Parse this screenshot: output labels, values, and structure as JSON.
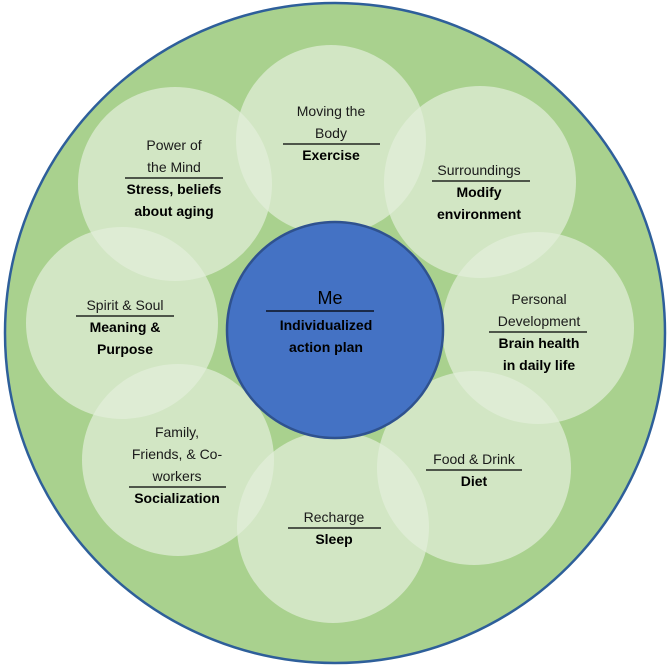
{
  "colors": {
    "outer_fill": "#a9d18e",
    "outer_stroke": "#2e5f9a",
    "petal_fill": "#e2efd9",
    "center_fill": "#4472c4",
    "center_stroke": "#2f528f"
  },
  "center": {
    "title": "Me",
    "sub": [
      "Individualized",
      "action plan"
    ]
  },
  "nodes": [
    {
      "id": "moving-the-body",
      "title": [
        "Moving the",
        "Body"
      ],
      "sub": [
        "Exercise"
      ]
    },
    {
      "id": "surroundings",
      "title": [
        "Surroundings"
      ],
      "sub": [
        "Modify",
        "environment"
      ]
    },
    {
      "id": "personal-development",
      "title": [
        "Personal",
        "Development"
      ],
      "sub": [
        "Brain health",
        "in daily life"
      ]
    },
    {
      "id": "food-and-drink",
      "title": [
        "Food & Drink"
      ],
      "sub": [
        "Diet"
      ]
    },
    {
      "id": "recharge",
      "title": [
        "Recharge"
      ],
      "sub": [
        "Sleep"
      ]
    },
    {
      "id": "family-friends",
      "title": [
        "Family,",
        "Friends, & Co-",
        "workers"
      ],
      "sub": [
        "Socialization"
      ]
    },
    {
      "id": "spirit-and-soul",
      "title": [
        "Spirit & Soul"
      ],
      "sub": [
        "Meaning &",
        "Purpose"
      ]
    },
    {
      "id": "power-of-the-mind",
      "title": [
        "Power of",
        "the Mind"
      ],
      "sub": [
        "Stress, beliefs",
        "about aging"
      ]
    }
  ]
}
